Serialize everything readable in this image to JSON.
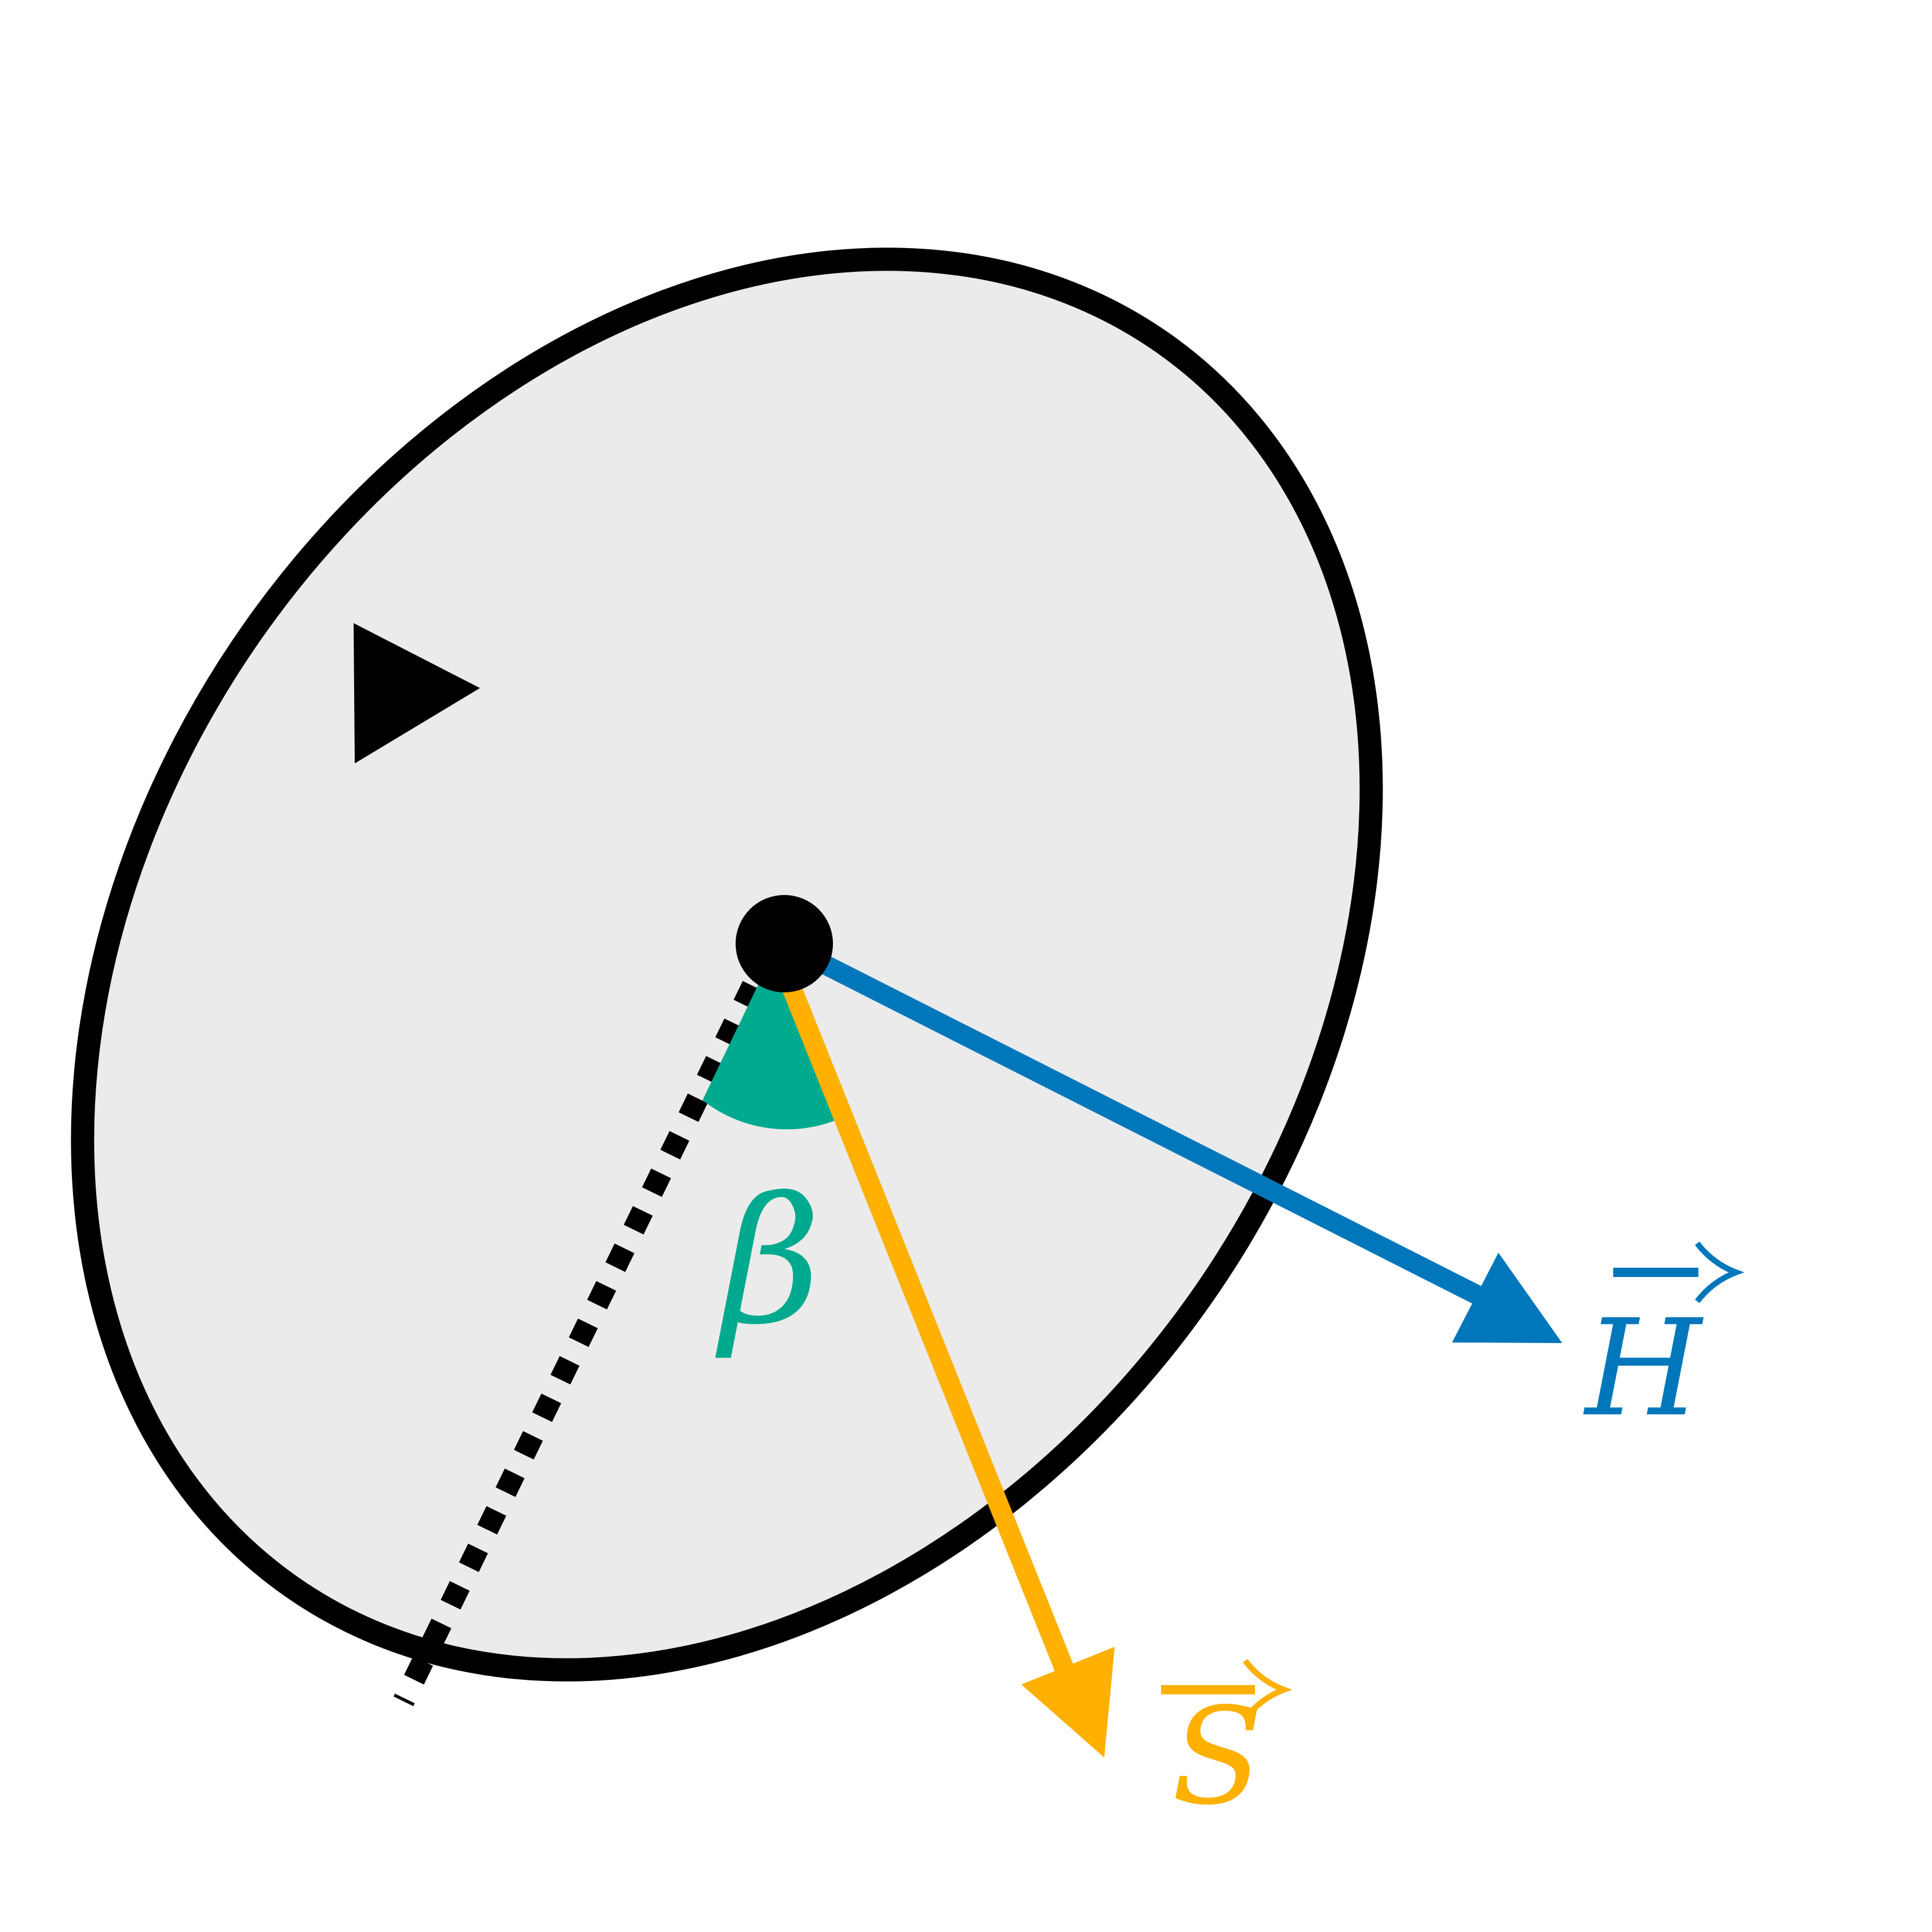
{
  "diagram": {
    "labels": {
      "angle": "β",
      "vector_h": "H",
      "vector_s": "S"
    },
    "colors": {
      "background": "#ffffff",
      "disk_fill": "#ebebeb",
      "outline": "#000000",
      "h_vector": "#0077bb",
      "s_vector": "#ffb000",
      "angle": "#00aa8e"
    },
    "elements": [
      "disk",
      "rotation-direction-arrow",
      "center-point",
      "dotted-radius",
      "h-vector-arrow",
      "s-vector-arrow",
      "angle-arc"
    ]
  }
}
